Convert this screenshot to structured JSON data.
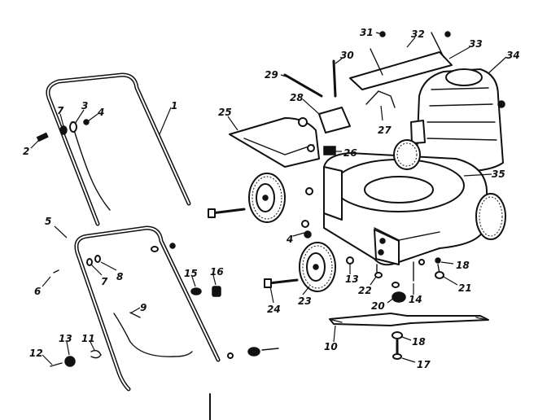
{
  "colors": {
    "ink": "#111111",
    "paper": "#ffffff"
  },
  "callouts": {
    "c1": "1",
    "c2": "2",
    "c3": "3",
    "c4": "4",
    "c4b": "4",
    "c5": "5",
    "c6": "6",
    "c7": "7",
    "c7b": "7",
    "c8": "8",
    "c9": "9",
    "c10": "10",
    "c11": "11",
    "c12": "12",
    "c13": "13",
    "c13b": "13",
    "c14": "14",
    "c15": "15",
    "c16": "16",
    "c17": "17",
    "c18": "18",
    "c18b": "18",
    "c20": "20",
    "c21": "21",
    "c22": "22",
    "c23": "23",
    "c24": "24",
    "c25": "25",
    "c26": "26",
    "c27": "27",
    "c28": "28",
    "c29": "29",
    "c30": "30",
    "c31": "31",
    "c32": "32",
    "c33": "33",
    "c34": "34",
    "c35": "35"
  }
}
